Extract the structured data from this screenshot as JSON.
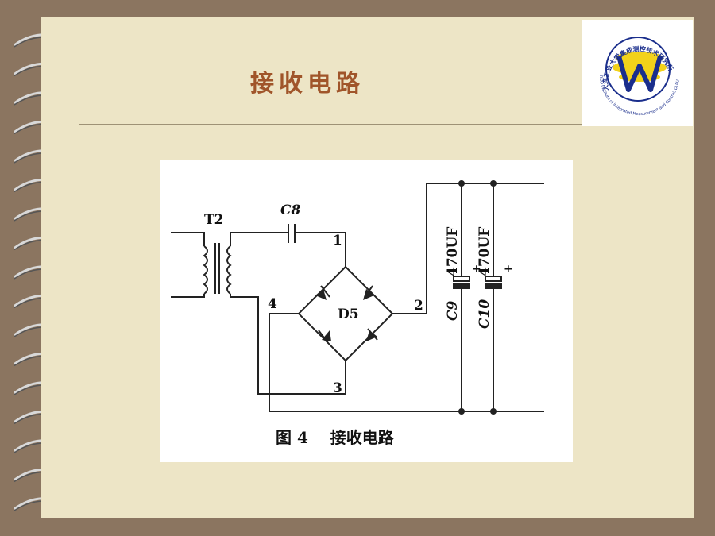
{
  "slide": {
    "title": "接收电路"
  },
  "logo": {
    "name": "大连工业大学集成测控技术研究所",
    "english": "R&D Institute of Integrated Measurement and Control, DLPU"
  },
  "figure": {
    "caption": "图 4    接收电路",
    "labels": {
      "transformer": "T2",
      "capacitor_c8": "C8",
      "bridge": "D5",
      "node1": "1",
      "node2": "2",
      "node3": "3",
      "node4": "4",
      "c9_name": "C9",
      "c9_value": "470UF",
      "c10_name": "C10",
      "c10_value": "470UF",
      "plus": "+"
    }
  }
}
